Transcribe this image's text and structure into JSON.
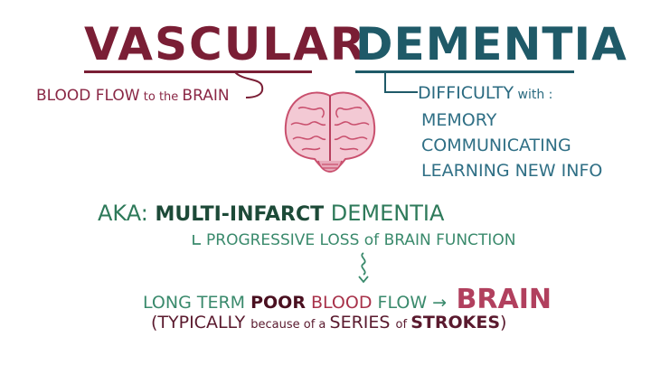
{
  "title": {
    "word1": "VASCULAR",
    "word2": "DEMENTIA"
  },
  "vascular_note": {
    "part1": "BLOOD FLOW",
    "part2": " to the ",
    "part3": "BRAIN"
  },
  "dementia_note": {
    "part1": "DIFFICULTY",
    "part2": " with :",
    "items": [
      "MEMORY",
      "COMMUNICATING",
      "LEARNING NEW INFO"
    ]
  },
  "aka": {
    "label": "AKA: ",
    "term": "MULTI-INFARCT",
    "term2": " DEMENTIA",
    "definition": "PROGRESSIVE LOSS of BRAIN FUNCTION"
  },
  "cause": {
    "part1": "LONG TERM ",
    "part2": "POOR",
    "part3": " BLOOD",
    "part4": " FLOW ",
    "arrow": "→",
    "part5": " BRAIN"
  },
  "reason": {
    "part1": "(TYPICALLY ",
    "part2": "because of a ",
    "part3": "SERIES ",
    "part4": "of ",
    "part5": "STROKES",
    "part6": ")"
  },
  "colors": {
    "vascular": "#7a1e35",
    "dementia": "#1f5a68",
    "green": "#2e7a5a",
    "brain_pink": "#c9506e"
  }
}
